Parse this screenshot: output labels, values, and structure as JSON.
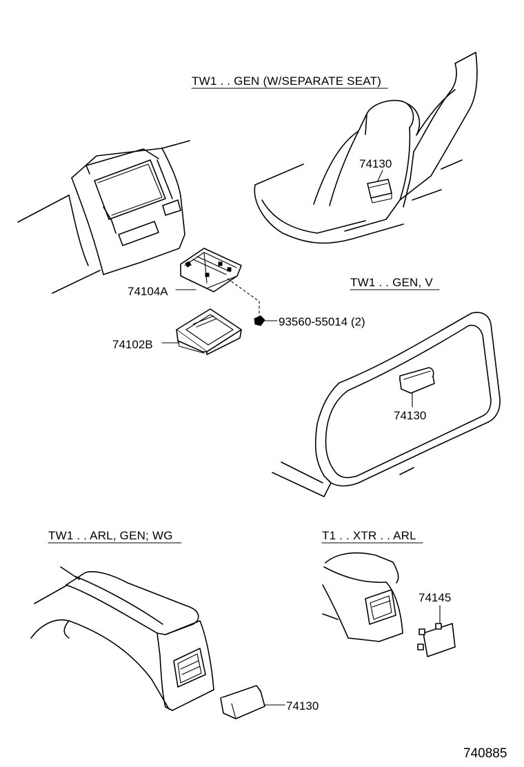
{
  "sections": {
    "separate_seat": "TW1 . . GEN (W/SEPARATE SEAT)",
    "gen_v": "TW1 . . GEN, V",
    "arl_gen_wg": "TW1 . . ARL, GEN; WG",
    "xtr_arl": "T1 . . XTR . . ARL"
  },
  "parts": {
    "holder": "74104A",
    "ashtray": "74102B",
    "screw": "93560-55014 (2)",
    "seat_ashtray": "74130",
    "door_ashtray": "74130",
    "console_ashtray": "74130",
    "lid": "74145"
  },
  "figure_number": "740885"
}
